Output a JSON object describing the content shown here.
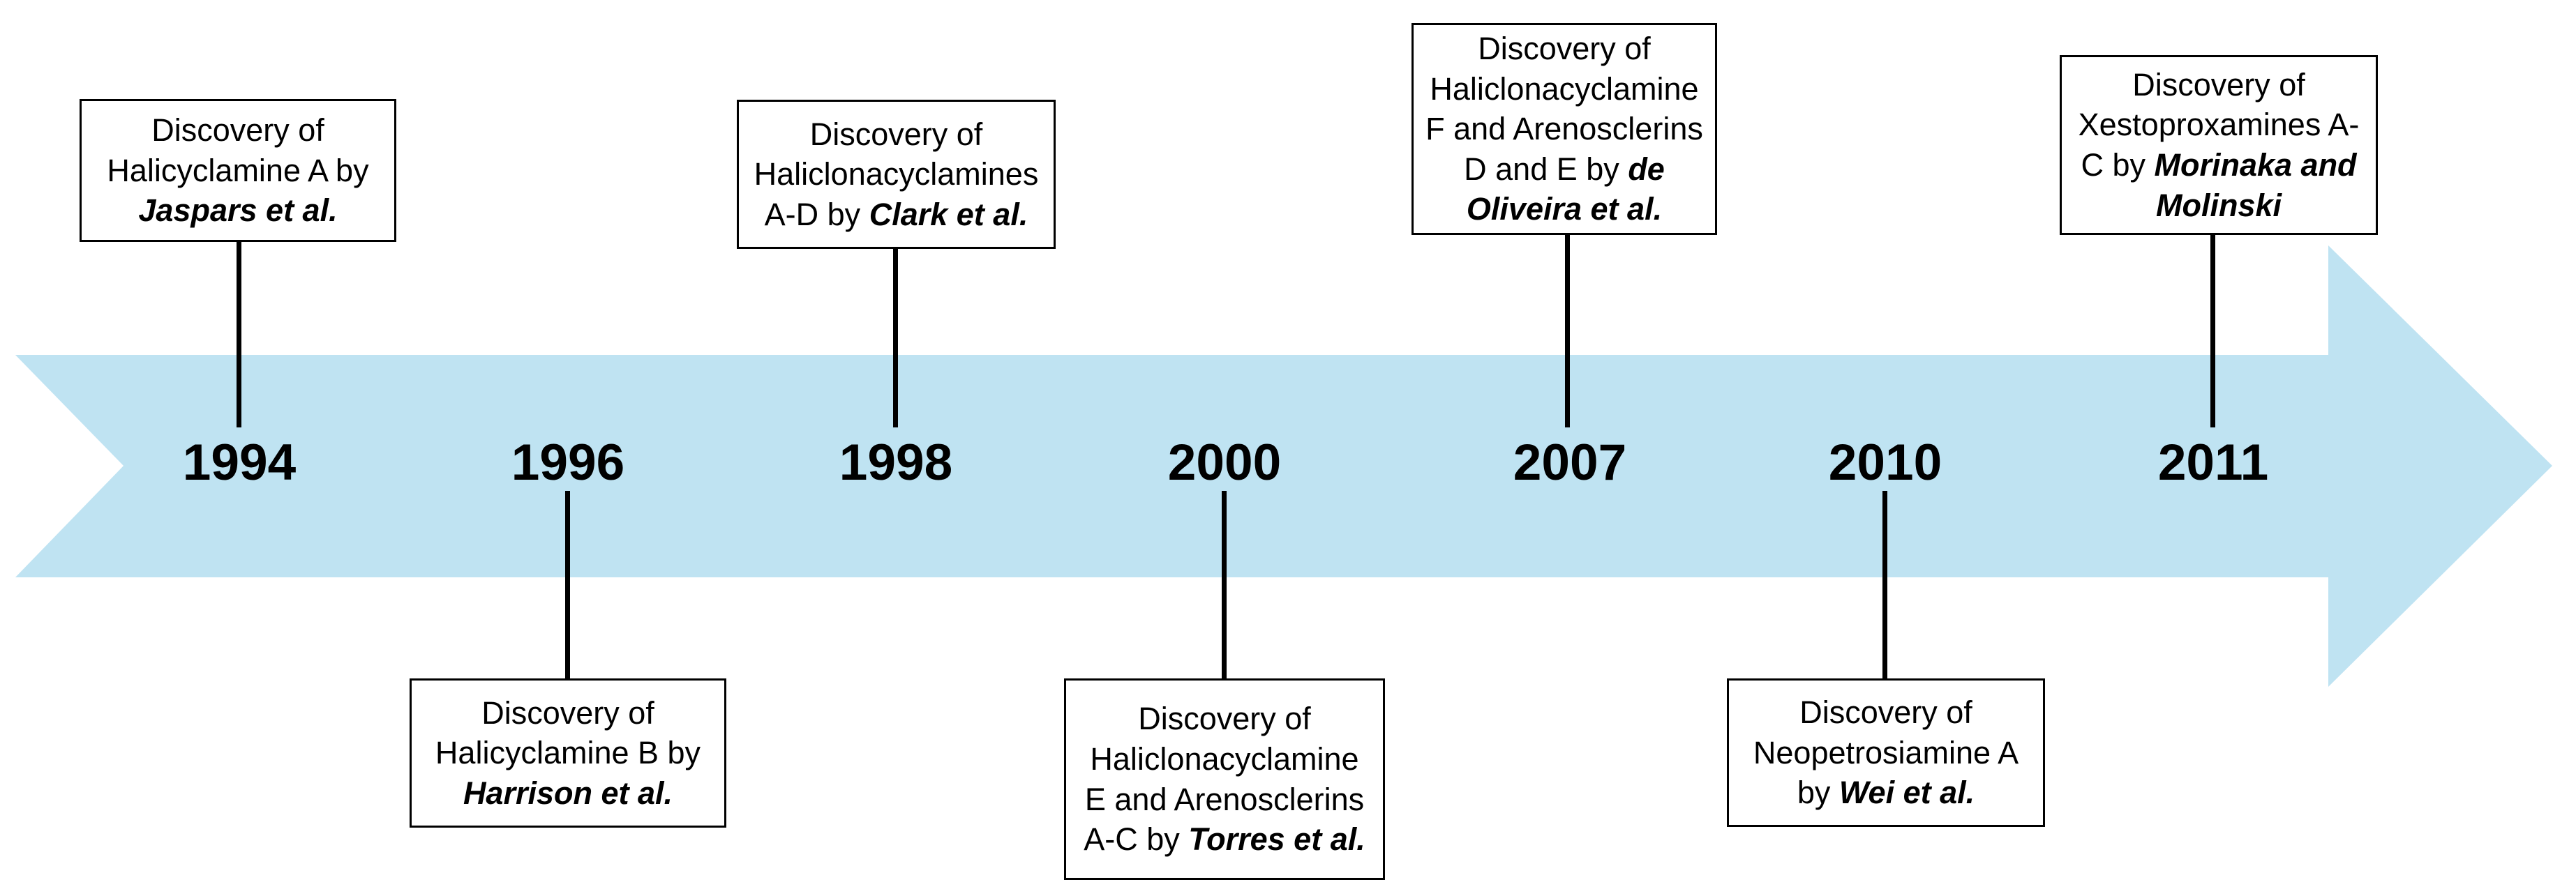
{
  "diagram": {
    "type": "timeline",
    "orientation": "horizontal-right-arrow"
  },
  "colors": {
    "arrow": "#bfe3f2",
    "line": "#000000",
    "box_border": "#000000",
    "text": "#000000",
    "background": "#ffffff"
  },
  "events": [
    {
      "year": "1994",
      "position": "above",
      "text": "Discovery of Halicyclamine A by",
      "author": "Jaspars et al."
    },
    {
      "year": "1996",
      "position": "below",
      "text": "Discovery of Halicyclamine B by",
      "author": "Harrison et al."
    },
    {
      "year": "1998",
      "position": "above",
      "text": "Discovery of Haliclonacyclamines A-D by",
      "author": "Clark et al."
    },
    {
      "year": "2000",
      "position": "below",
      "text": "Discovery of Haliclonacyclamine E and Arenosclerins A-C by",
      "author": "Torres et al."
    },
    {
      "year": "2007",
      "position": "above",
      "text": "Discovery of Haliclonacyclamine F and Arenosclerins D and E by",
      "author": "de Oliveira et al."
    },
    {
      "year": "2010",
      "position": "below",
      "text": "Discovery of Neopetrosiamine A by",
      "author": "Wei et al."
    },
    {
      "year": "2011",
      "position": "above",
      "text": "Discovery of Xestoproxamines A-C by",
      "author": "Morinaka and Molinski"
    }
  ]
}
